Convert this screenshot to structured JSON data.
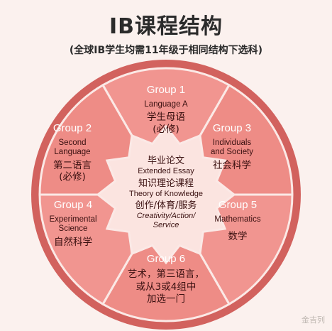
{
  "title": "IB课程结构",
  "subtitle": "(全球IB学生均需11年级于相同结构下选科)",
  "groups": [
    {
      "name": "Group 1",
      "en": "Language A",
      "cn": "学生母语",
      "cn2": "(必修)"
    },
    {
      "name": "Group 2",
      "en": "Second",
      "en2": "Language",
      "cn": "第二语言",
      "cn2": "(必修)"
    },
    {
      "name": "Group 3",
      "en": "Individuals",
      "en2": "and Society",
      "cn": "社会科学"
    },
    {
      "name": "Group 4",
      "en": "Experimental",
      "en2": "Science",
      "cn": "自然科学"
    },
    {
      "name": "Group 5",
      "en": "Mathematics",
      "cn": "数学"
    },
    {
      "name": "Group 6",
      "cn": "艺术，第三语言，",
      "cn2": "或从3或4组中",
      "cn3": "加选一门"
    }
  ],
  "core": {
    "ee_cn": "毕业论文",
    "ee_en": "Extended Essay",
    "tok_cn": "知识理论课程",
    "tok_en": "Theory of Knowledge",
    "cas_cn": "创作/体育/服务",
    "cas_en": "Creativity/Action/",
    "cas_en2": "Service"
  },
  "watermark": "金吉列",
  "colors": {
    "outer_ring": "#d2625e",
    "segment": "#f19590",
    "segment_alt": "#ee8c86",
    "core": "#fbe4e0",
    "divider": "#fbe9e6"
  }
}
